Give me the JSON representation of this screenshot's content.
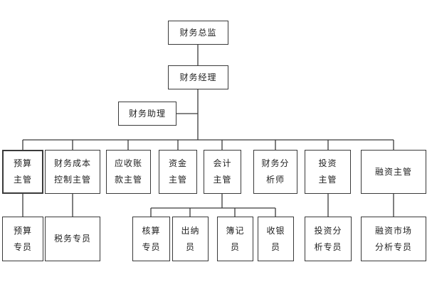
{
  "org_chart": {
    "top": {
      "director": "财务总监",
      "manager": "财务经理",
      "assistant": "财务助理"
    },
    "departments": [
      {
        "id": "budget",
        "label": "预算\n主管"
      },
      {
        "id": "cost-control",
        "label": "财务成本\n控制主管"
      },
      {
        "id": "receivables",
        "label": "应收账\n款主管"
      },
      {
        "id": "funds",
        "label": "资金\n主管"
      },
      {
        "id": "accounting",
        "label": "会计\n主管"
      },
      {
        "id": "financial-analyst",
        "label": "财务分\n析师"
      },
      {
        "id": "investment",
        "label": "投资\n主管"
      },
      {
        "id": "financing",
        "label": "融资主管"
      }
    ],
    "staff": {
      "budget": "预算\n专员",
      "tax": "税务专员",
      "audit": "核算\n专员",
      "cashier": "出纳\n员",
      "bookkeeper": "簿记\n员",
      "cash_receiver": "收银\n员",
      "investment_analyst": "投资分\n析专员",
      "financing_analyst": "融资市场\n分析专员"
    }
  }
}
